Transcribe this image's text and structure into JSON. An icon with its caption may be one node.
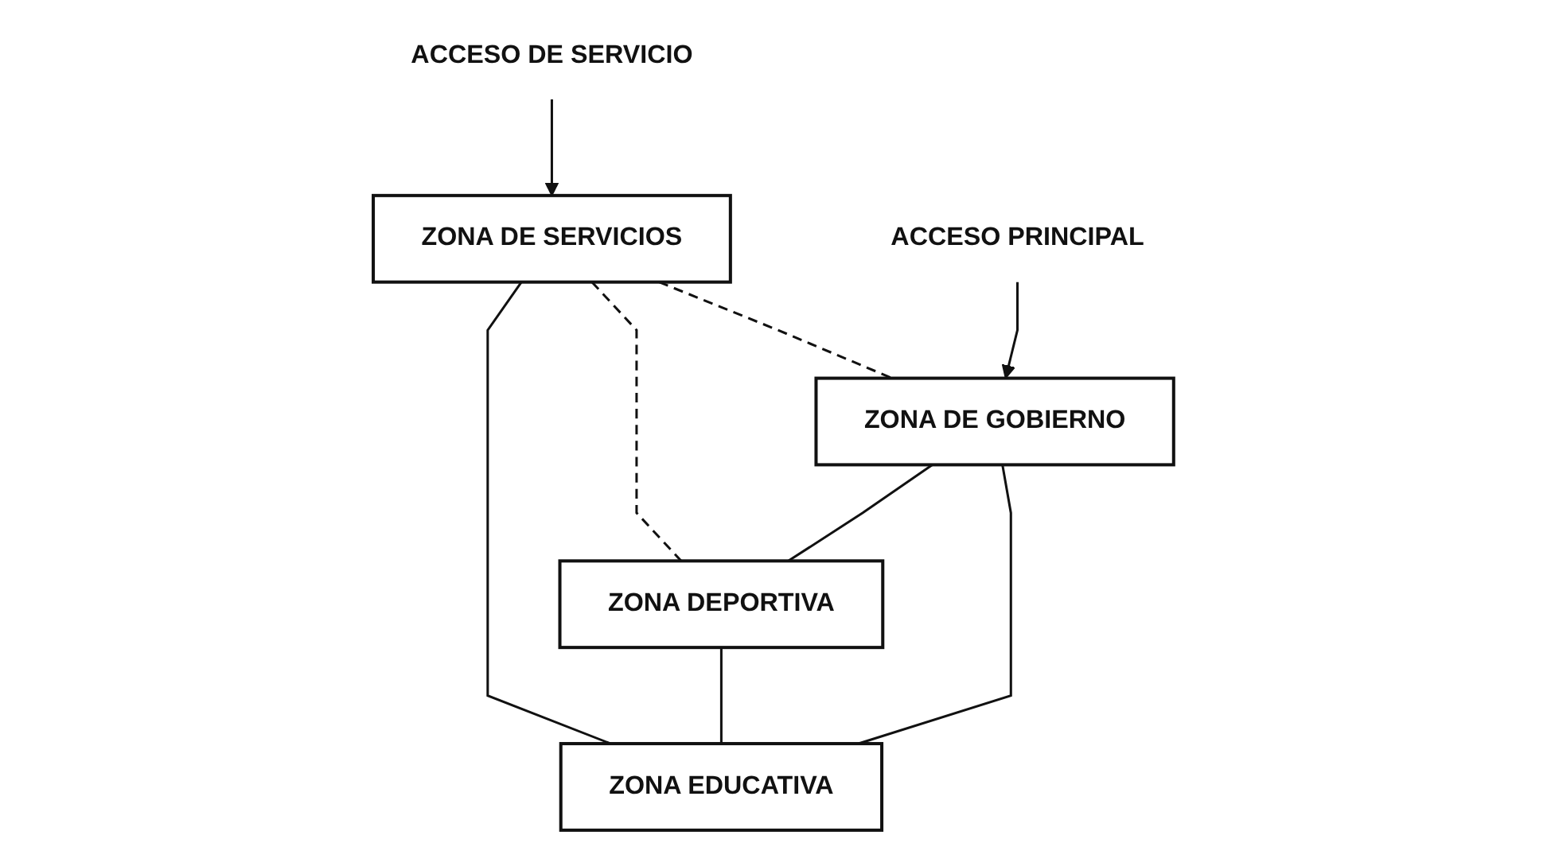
{
  "diagram": {
    "nodes": [
      {
        "text": [
          "ZONA DE SERVICIOS"
        ]
      },
      {
        "text": [
          "ZONA DE GOBIERNO"
        ]
      },
      {
        "text": [
          "ZONA EDUCATIVA"
        ]
      },
      {
        "text": [
          "ZONA DEPORTIVA"
        ]
      },
      {
        "text": [
          "ACCESO DE SERVICIO"
        ]
      },
      {
        "text": [
          "ACCESO PRINCIPAL"
        ]
      }
    ],
    "edges": [
      {
        "from": 4,
        "to": 0,
        "arrow": "to"
      },
      {
        "from": 0,
        "to": 1,
        "arrow": "none",
        "style": "dashed"
      },
      {
        "from": 0,
        "to": 3,
        "arrow": "none",
        "style": "dashed"
      },
      {
        "from": 0,
        "to": 2,
        "arrow": "none"
      },
      {
        "from": 1,
        "to": 2,
        "arrow": "none"
      },
      {
        "from": 1,
        "to": 3,
        "arrow": "none"
      },
      {
        "from": 3,
        "to": 2,
        "arrow": "none"
      },
      {
        "from": 5,
        "to": 1,
        "arrow": "to"
      }
    ]
  }
}
